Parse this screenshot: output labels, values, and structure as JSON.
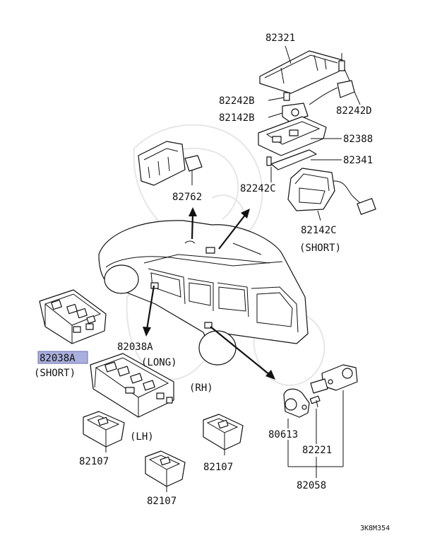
{
  "labels": {
    "p82321": "82321",
    "p82242b": "82242B",
    "p82242d": "82242D",
    "p82142b": "82142B",
    "p82388": "82388",
    "p82341": "82341",
    "p82242c": "82242C",
    "p82762": "82762",
    "p82142c": "82142C",
    "short_note_right": "(SHORT)",
    "p82038a_left": "82038A",
    "short_note_left": "(SHORT)",
    "p82038a_center": "82038A",
    "long_note": "(LONG)",
    "rh_note": "(RH)",
    "lh_note": "(LH)",
    "p82107_a": "82107",
    "p82107_b": "82107",
    "p82107_c": "82107",
    "p80613": "80613",
    "p82221": "82221",
    "p82058": "82058",
    "diagram_code": "3K8M354"
  },
  "highlight": {
    "part": "82038A",
    "color": "#aab0dd"
  },
  "icons": {
    "watermark": "company-emblem-watermark"
  }
}
